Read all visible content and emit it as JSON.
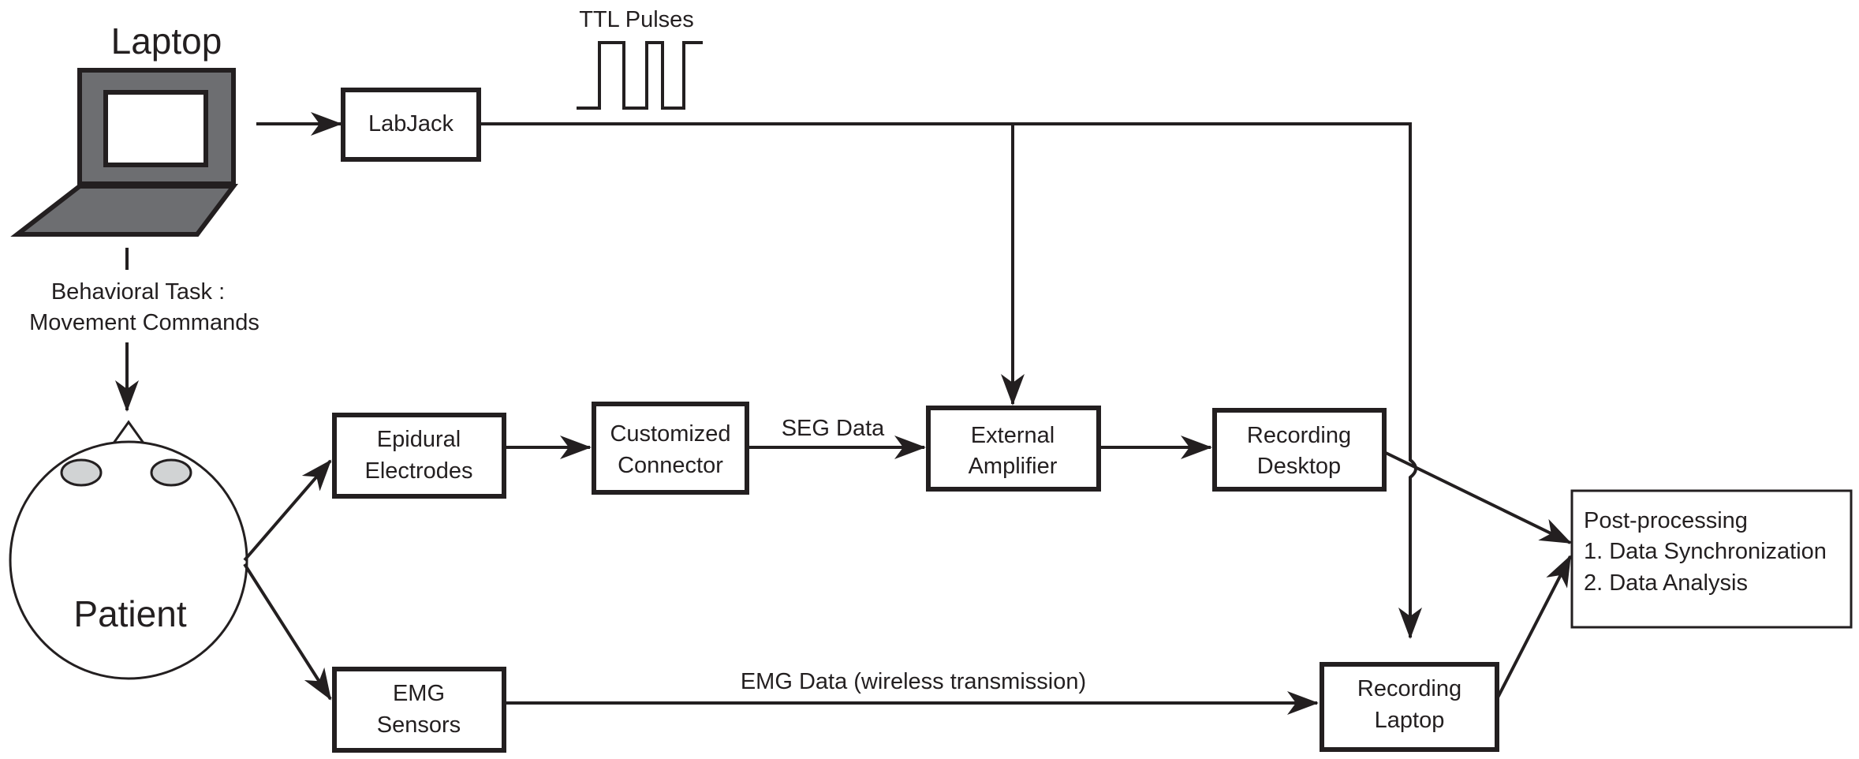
{
  "laptop": {
    "label": "Laptop",
    "icon": "laptop-icon"
  },
  "ttl": {
    "label": "TTL Pulses",
    "icon": "ttl-pulse-icon"
  },
  "behavioral_task": {
    "line1": "Behavioral Task :",
    "line2": "Movement Commands"
  },
  "patient": {
    "label": "Patient",
    "icon": "head-icon"
  },
  "boxes": {
    "labjack": {
      "line1": "LabJack"
    },
    "epidural": {
      "line1": "Epidural",
      "line2": "Electrodes"
    },
    "connector": {
      "line1": "Customized",
      "line2": "Connector"
    },
    "amplifier": {
      "line1": "External",
      "line2": "Amplifier"
    },
    "desktop": {
      "line1": "Recording",
      "line2": "Desktop"
    },
    "emg_sensors": {
      "line1": "EMG",
      "line2": "Sensors"
    },
    "rec_laptop": {
      "line1": "Recording",
      "line2": "Laptop"
    }
  },
  "edges": {
    "seg": "SEG Data",
    "emg": "EMG Data (wireless transmission)"
  },
  "postprocessing": {
    "title": "Post-processing",
    "items": [
      "1. Data Synchronization",
      "2. Data Analysis"
    ]
  },
  "colors": {
    "ink": "#231f20",
    "laptop_fill": "#6d6e71",
    "eye_fill": "#d1d3d4"
  }
}
